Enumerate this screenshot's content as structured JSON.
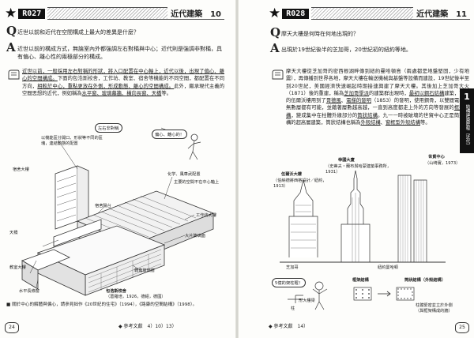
{
  "left": {
    "code": "R027",
    "title": "近代建築　10",
    "q_mark": "Q",
    "question": "近世以前和近代在空間構成上最大的差異是什麼？",
    "a_mark": "A",
    "answer": "近世以前的構成方式，無論室內外都強調左右對稱與中心；近代則是強調非對稱，具有偏心、離心性的兩極部分的構成。",
    "body_underlined": "近世以前，一般採用左右對稱的形狀，將入口配置在中心軸上，近代以後，出現了偏心、離心的空間構成。",
    "body_rest_1": "下面的包浩斯校舍，工作坊、教室、宿舍等機能的不同空間，都配置在不同方向，",
    "body_underlined_2": "相較於中心，重點更放在外側，形成動態、離心的空間構成。",
    "body_rest_2": "此外，繼承現代主義的空間思想的近代，例如稱為",
    "body_underlined_3": "水平窗、玻璃幕牆、橫向長窗、天橋",
    "body_rest_3": "等。",
    "fig": {
      "bubble_left": "左右非對稱",
      "bubble_right": "偏心、離心的！",
      "note_top": "以機能區分開口、形狀等不同的區塊，連結動態的配置",
      "labels": [
        "宿舍大樓",
        "宿舍陽台",
        "天橋",
        "教室大樓",
        "水平長條窗",
        "化学、風車武配置",
        "主要的空間不在中心軸上",
        "工作坊大樓",
        "大片玻璃面",
        "轉角玻璃窗"
      ],
      "caption": "包浩斯校舍",
      "caption_detail": "（葛羅培，1926，德紹，德國）"
    },
    "footnote": "■ 關於中心的解體與偏心，請參見拙作《20世紀的住宅》（1994），《路康的空間結構》（1998）。",
    "page_number": "24",
    "footer_text": "◆ 參考文獻　4）10）13）"
  },
  "right": {
    "code": "R028",
    "title": "近代建築　11",
    "q_mark": "Q",
    "question": "摩天大樓是何時在何地出現的？",
    "a_mark": "A",
    "answer": "出現於19世紀後半的芝加哥，20世紀初的紐約等地。",
    "body_part_1": "摩天大樓從芝加哥的密西根湖畔傳到紐約曼哈頓島（兩處都是地盤堅固，少有地震），再傳播到世界各地，摩天大樓在輸送機械與基盤等設備而建設，19世紀後半至到20世紀，美國經濟快速崛起時期接連興建了摩天大樓。其後加上芝加哥大火（1871）後的重建，稱為",
    "body_ul_1": "芝加哥學派",
    "body_part_2": "的建築群出現時，",
    "body_ul_2": "最初以鋼石結構",
    "body_part_3": "建築，下面的伍爾沃樓用到了",
    "body_ul_3": "哥德風",
    "body_part_4": "、",
    "body_ul_4": "電梯的發明",
    "body_part_5": "（1853）的發明，使用鋼骨，以雙間電梯到無數層都有可能，並藉著層數越高越，一直到高度都走上外的方向等發展的",
    "body_ul_5": "框架結構",
    "body_part_6": "，變成集中在柱體外緣部分的",
    "body_ul_6": "筒狀結構",
    "body_part_7": "。九一一時被破壞的世貿中心正是筒狀結構的超高層建築，筒狀結構也稱為",
    "body_ul_7": "外殼結構",
    "body_part_8": "、",
    "body_ul_8": "窗框型外殼結構",
    "body_part_9": "等。",
    "fig": {
      "woolworth": "伍爾沃大樓",
      "woolworth_detail": "（伯納德將西格設計／紐約，1913）",
      "empire": "帝國大廈",
      "empire_detail": "（史蒂夫・蘭布與哈蒙建築事務所，1931）",
      "wtc": "世貿中心",
      "wtc_detail": "（山崎實，1973）",
      "chicago": "芝加哥",
      "ny": "紐約曼哈頓",
      "bubble": "5億的架柱喔！",
      "label_col": "柱",
      "label_brace": "形大樓梁",
      "frame": "框架結構",
      "tube": "筒狀結構（外殼結構）",
      "tube_note": "柱體緊密並立於外側（與框架構成的牆）"
    },
    "page_number": "25",
    "footer_text": "◆ 參考文獻　14）",
    "tab_number": "1",
    "tab_text": "結構建築歷程（近代）"
  }
}
